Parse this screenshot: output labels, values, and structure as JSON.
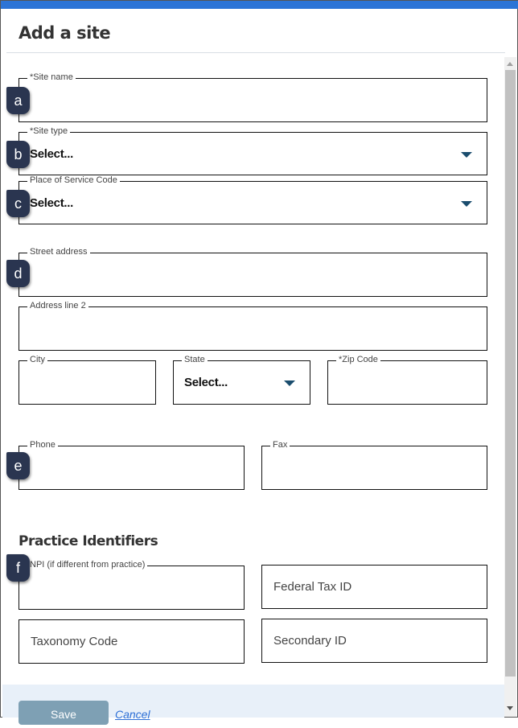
{
  "dialog": {
    "title": "Add a site"
  },
  "fields": {
    "site_name": {
      "label": "*Site name",
      "value": ""
    },
    "site_type": {
      "label": "*Site type",
      "value": "Select..."
    },
    "pos_code": {
      "label": "Place of Service Code",
      "value": "Select..."
    },
    "street": {
      "label": "Street address",
      "value": ""
    },
    "address2": {
      "label": "Address line 2",
      "value": ""
    },
    "city": {
      "label": "City",
      "value": ""
    },
    "state": {
      "label": "State",
      "value": "Select..."
    },
    "zip": {
      "label": "*Zip Code",
      "value": ""
    },
    "phone": {
      "label": "Phone",
      "value": ""
    },
    "fax": {
      "label": "Fax",
      "value": ""
    }
  },
  "identifiers": {
    "heading": "Practice Identifiers",
    "npi": {
      "label": "NPI (if different from practice)",
      "value": ""
    },
    "federal_tax_id": {
      "placeholder": "Federal Tax ID"
    },
    "taxonomy_code": {
      "placeholder": "Taxonomy Code"
    },
    "secondary_id": {
      "placeholder": "Secondary ID"
    }
  },
  "badges": [
    "a",
    "b",
    "c",
    "d",
    "e",
    "f"
  ],
  "footer": {
    "save": "Save",
    "cancel": "Cancel"
  }
}
